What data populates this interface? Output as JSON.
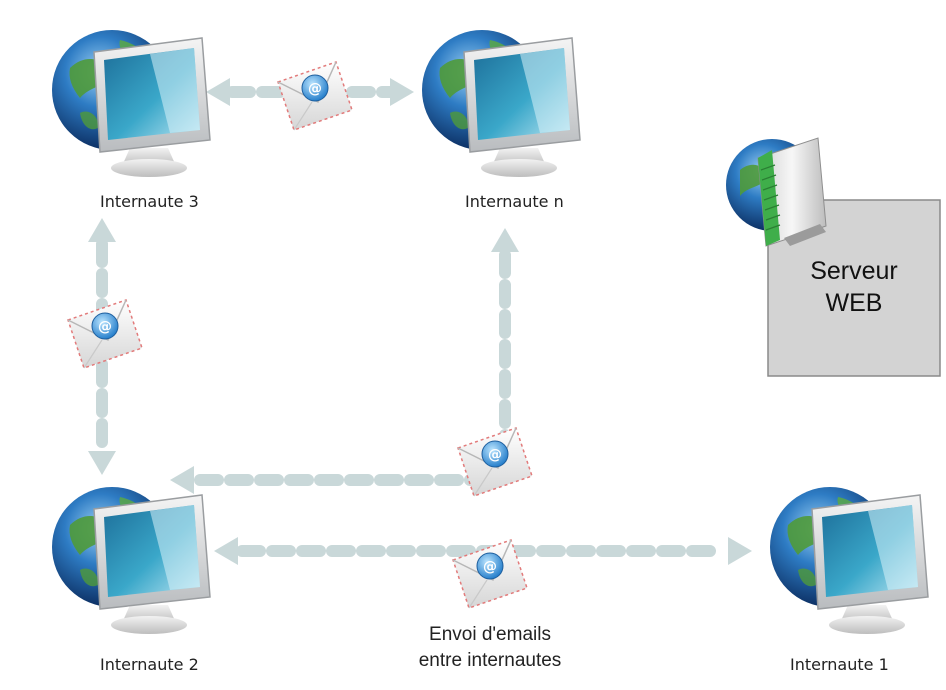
{
  "nodes": {
    "internaute_3": "Internaute 3",
    "internaute_n": "Internaute n",
    "internaute_2": "Internaute 2",
    "internaute_1": "Internaute 1"
  },
  "server": {
    "line1": "Serveur",
    "line2": "WEB"
  },
  "caption": {
    "line1": "Envoi d'emails",
    "line2": "entre internautes"
  },
  "icons": {
    "computer": "globe-monitor-icon",
    "email": "email-envelope-icon",
    "server": "web-server-icon"
  },
  "colors": {
    "arrow": "#c9d8d9",
    "server_box": "#d3d3d3",
    "monitor_screen": "#3aa7c9",
    "globe": "#2a6fb5"
  }
}
